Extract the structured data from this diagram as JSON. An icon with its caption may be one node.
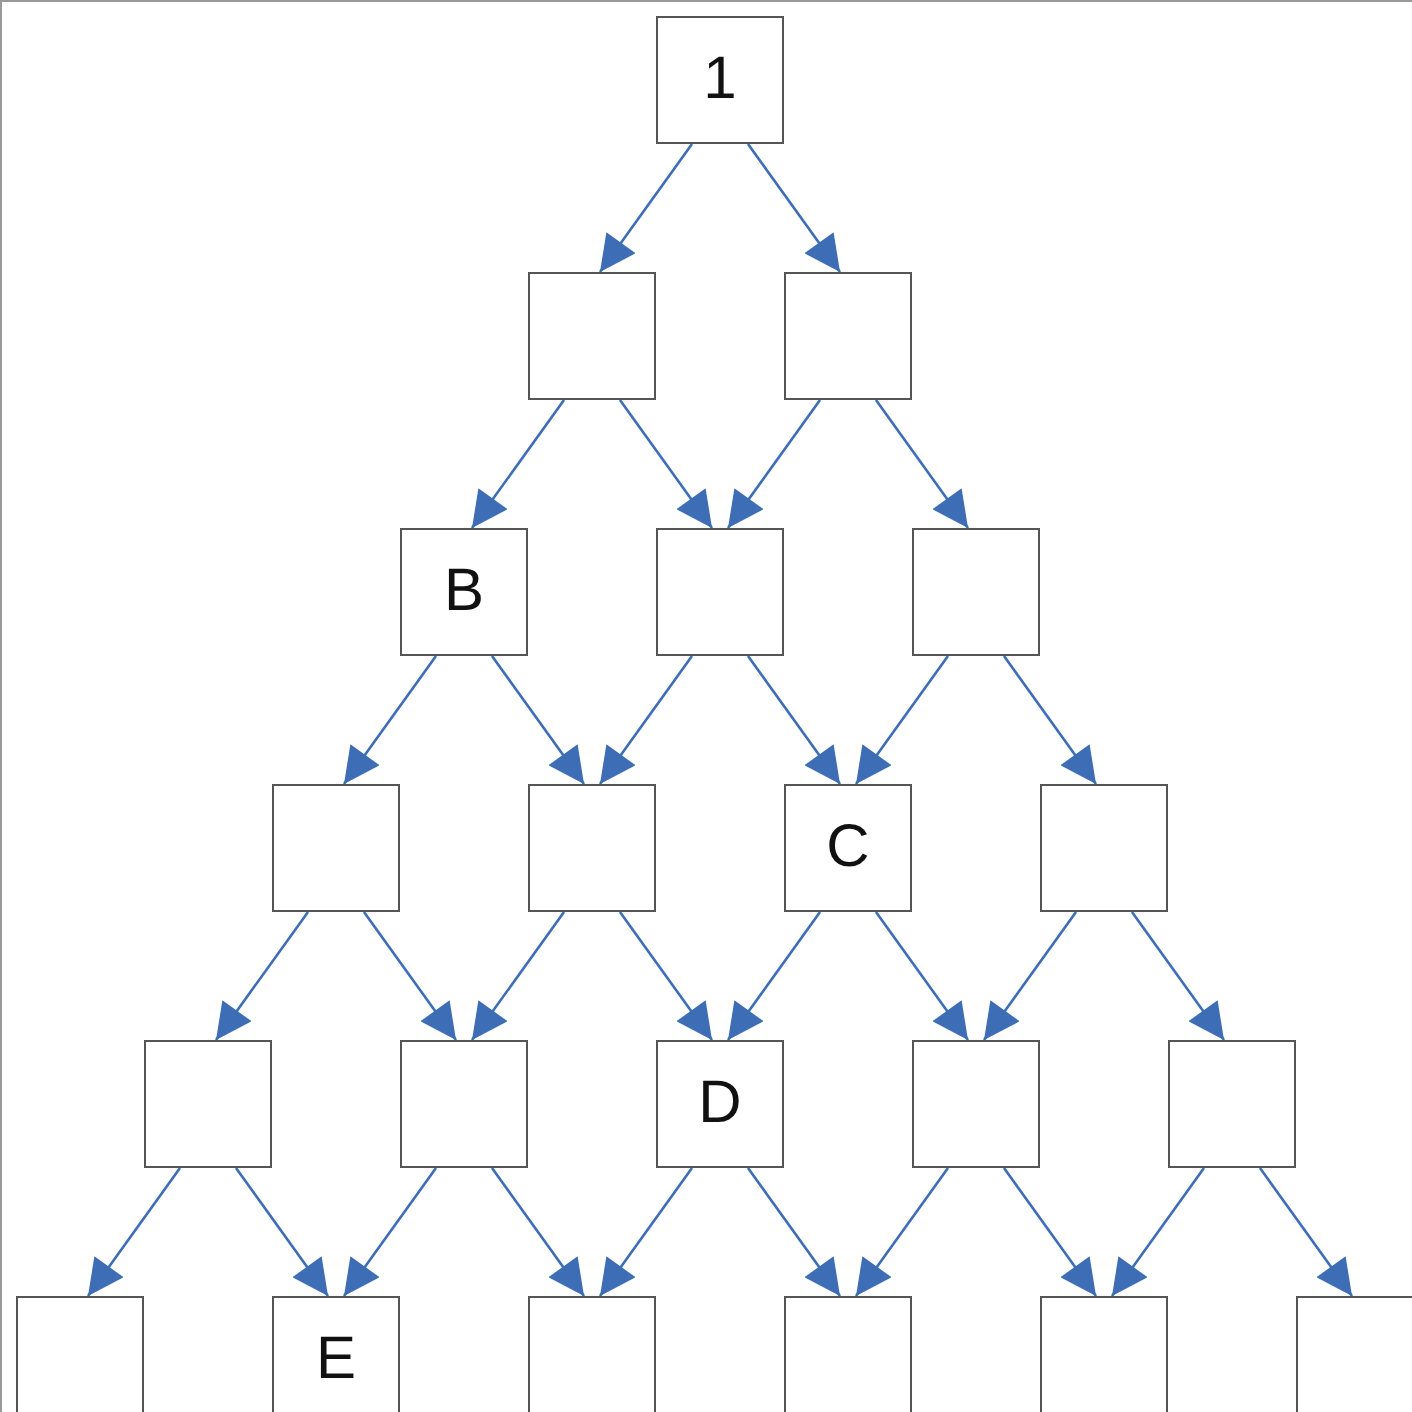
{
  "diagram": {
    "nodes": [
      {
        "text": [
          "1"
        ]
      },
      {
        "text": [],
        "shape": "box"
      },
      {
        "text": [],
        "shape": "box"
      },
      {
        "text": [
          "B"
        ]
      },
      {
        "text": [],
        "shape": "box"
      },
      {
        "text": [],
        "shape": "box"
      },
      {
        "text": [],
        "shape": "box"
      },
      {
        "text": [],
        "shape": "box"
      },
      {
        "text": [
          "C"
        ]
      },
      {
        "text": [],
        "shape": "box"
      },
      {
        "text": [],
        "shape": "box"
      },
      {
        "text": [],
        "shape": "box"
      },
      {
        "text": [
          "D"
        ]
      },
      {
        "text": [],
        "shape": "box"
      },
      {
        "text": [],
        "shape": "box"
      },
      {
        "text": [],
        "shape": "box"
      },
      {
        "text": [
          "E"
        ]
      },
      {
        "text": [],
        "shape": "box"
      },
      {
        "text": [],
        "shape": "box"
      },
      {
        "text": [],
        "shape": "box"
      },
      {
        "text": [],
        "shape": "box"
      }
    ],
    "edges": [
      {
        "from": 0,
        "to": 1,
        "arrow": "to"
      },
      {
        "from": 0,
        "to": 2,
        "arrow": "to"
      },
      {
        "from": 1,
        "to": 3,
        "arrow": "to"
      },
      {
        "from": 1,
        "to": 4,
        "arrow": "to"
      },
      {
        "from": 2,
        "to": 4,
        "arrow": "to"
      },
      {
        "from": 2,
        "to": 5,
        "arrow": "to"
      },
      {
        "from": 3,
        "to": 6,
        "arrow": "to"
      },
      {
        "from": 3,
        "to": 7,
        "arrow": "to"
      },
      {
        "from": 4,
        "to": 7,
        "arrow": "to"
      },
      {
        "from": 4,
        "to": 8,
        "arrow": "to"
      },
      {
        "from": 5,
        "to": 8,
        "arrow": "to"
      },
      {
        "from": 5,
        "to": 9,
        "arrow": "to"
      },
      {
        "from": 6,
        "to": 10,
        "arrow": "to"
      },
      {
        "from": 6,
        "to": 11,
        "arrow": "to"
      },
      {
        "from": 7,
        "to": 11,
        "arrow": "to"
      },
      {
        "from": 7,
        "to": 12,
        "arrow": "to"
      },
      {
        "from": 8,
        "to": 12,
        "arrow": "to"
      },
      {
        "from": 8,
        "to": 13,
        "arrow": "to"
      },
      {
        "from": 9,
        "to": 13,
        "arrow": "to"
      },
      {
        "from": 9,
        "to": 14,
        "arrow": "to"
      },
      {
        "from": 10,
        "to": 15,
        "arrow": "to"
      },
      {
        "from": 10,
        "to": 16,
        "arrow": "to"
      },
      {
        "from": 11,
        "to": 16,
        "arrow": "to"
      },
      {
        "from": 11,
        "to": 17,
        "arrow": "to"
      },
      {
        "from": 12,
        "to": 17,
        "arrow": "to"
      },
      {
        "from": 12,
        "to": 18,
        "arrow": "to"
      },
      {
        "from": 13,
        "to": 18,
        "arrow": "to"
      },
      {
        "from": 13,
        "to": 19,
        "arrow": "to"
      },
      {
        "from": 14,
        "to": 19,
        "arrow": "to"
      },
      {
        "from": 14,
        "to": 20,
        "arrow": "to"
      }
    ]
  }
}
